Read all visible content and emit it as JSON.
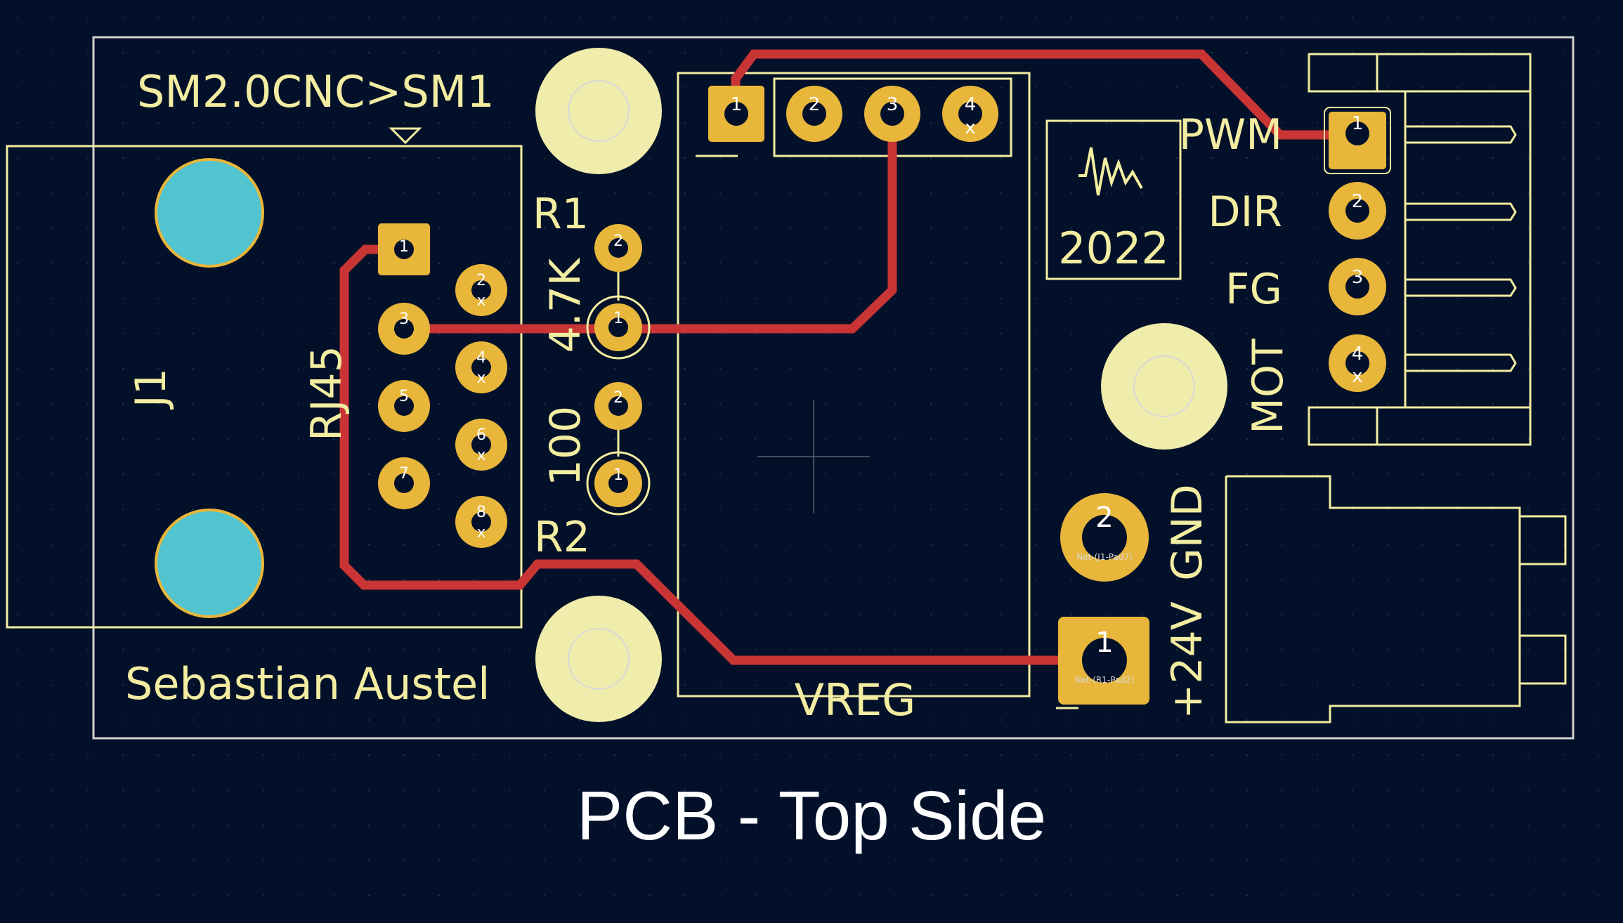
{
  "colors": {
    "background": "#031029",
    "silkscreen": "#f2eda1",
    "copper_pad": "#e8b63a",
    "trace": "#c93535",
    "mounting_hole": "#f0ecab",
    "rj45_hole": "#52c4cf",
    "edge_cut": "#d0d0d0",
    "caption": "#ffffff"
  },
  "board": {
    "header_text": "SM2.0CNC>SM1",
    "author": "Sebastian Austel",
    "year": "2022"
  },
  "j1": {
    "ref": "J1",
    "value": "RJ45",
    "pin_labels": [
      "1",
      "2",
      "3",
      "4",
      "5",
      "6",
      "7",
      "8"
    ],
    "nc_mark": "x"
  },
  "r1": {
    "ref": "R1",
    "value": "4.7K",
    "pin_labels": [
      "1",
      "2"
    ]
  },
  "r2": {
    "ref": "R2",
    "value": "100",
    "pin_labels": [
      "1",
      "2"
    ]
  },
  "vreg": {
    "ref": "VREG",
    "pin_labels": [
      "1",
      "2",
      "3",
      "4"
    ],
    "nc_mark": "x"
  },
  "motor_connector": {
    "pin_labels": [
      "1",
      "2",
      "3",
      "4"
    ],
    "signal_labels": [
      "PWM",
      "DIR",
      "FG",
      "MOT"
    ],
    "nc_mark": "x"
  },
  "power_connector": {
    "pin_labels": [
      "1",
      "2"
    ],
    "signal_labels": [
      "+24V",
      "GND"
    ]
  },
  "net_labels": {
    "power_pin1": "Net-(R1-Pad2)",
    "power_pin2": "Net-(J1-Pad7)"
  },
  "caption": "PCB - Top Side"
}
